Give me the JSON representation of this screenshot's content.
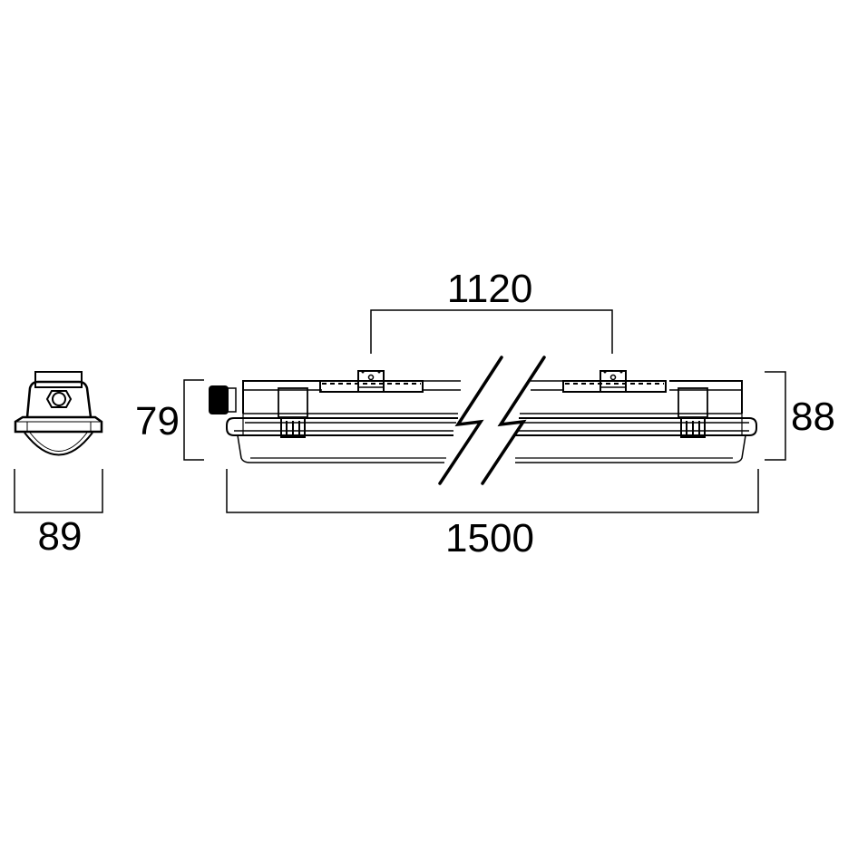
{
  "drawing": {
    "type": "technical-dimension-drawing",
    "subject": "linear waterproof luminaire (batten)",
    "units_shown": "none (mm implied)",
    "line_color": "#000000",
    "background": "#ffffff"
  },
  "end_view": {
    "width_label": "89"
  },
  "side_view": {
    "height_left_label": "79",
    "height_right_label": "88",
    "mount_spacing_label": "1120",
    "total_length_label": "1500"
  }
}
